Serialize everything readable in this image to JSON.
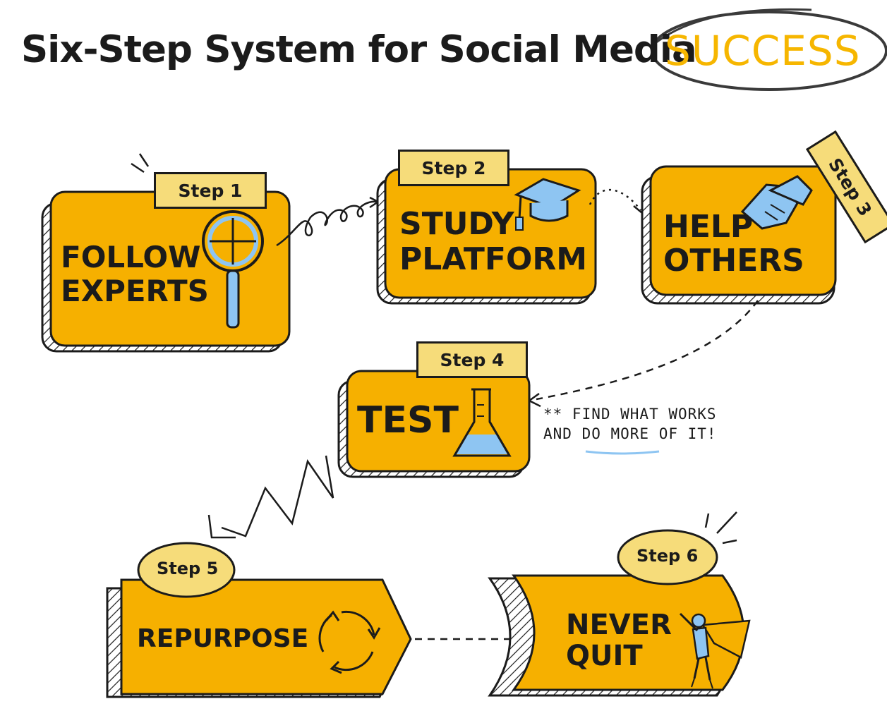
{
  "title": "Six-Step System for Social Media",
  "title_highlight": "SUCCESS",
  "colors": {
    "card": "#f6b000",
    "tag": "#f6dc7a",
    "ink": "#1b1b1b",
    "icon": "#8ec5f2"
  },
  "steps": [
    {
      "tag": "Step 1",
      "label_line1": "FOLLOW",
      "label_line2": "EXPERTS",
      "icon": "magnifier-icon"
    },
    {
      "tag": "Step 2",
      "label_line1": "STUDY",
      "label_line2": "PLATFORM",
      "icon": "graduation-cap-icon"
    },
    {
      "tag": "Step 3",
      "label_line1": "HELP",
      "label_line2": "OTHERS",
      "icon": "handshake-icon"
    },
    {
      "tag": "Step 4",
      "label_line1": "TEST",
      "icon": "flask-icon"
    },
    {
      "tag": "Step 5",
      "label_line1": "REPURPOSE",
      "icon": "recycle-arrows-icon"
    },
    {
      "tag": "Step 6",
      "label_line1": "NEVER",
      "label_line2": "QUIT",
      "icon": "superhero-icon"
    }
  ],
  "note": {
    "line1": "** FIND WHAT WORKS",
    "line2": "AND DO MORE OF IT!"
  }
}
